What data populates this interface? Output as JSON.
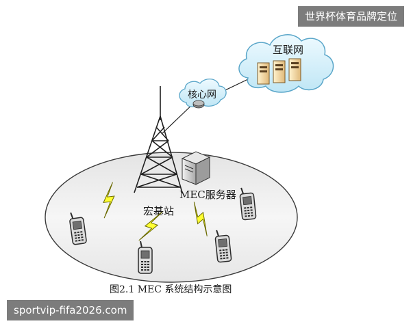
{
  "labels": {
    "internet": "互联网",
    "core_network": "核心网",
    "mec_server": "MEC服务器",
    "macro_base_station": "宏基站"
  },
  "caption": "图2.1 MEC 系统结构示意图",
  "watermarks": {
    "top_right": "世界杯体育品牌定位",
    "bottom_left": "sportvip-fifa2026.com"
  },
  "icons": {
    "cloud": "cloud-icon",
    "router": "router-icon",
    "server": "server-icon",
    "tower": "cell-tower-icon",
    "phone": "mobile-phone-icon",
    "signal": "lightning-bolt-icon"
  },
  "colors": {
    "cloud_fill": "#d8f1fa",
    "cloud_stroke": "#5aa6c9",
    "ellipse_fill": "#eeeeee",
    "bolt_fill": "#ffff33",
    "bolt_stroke": "#6b6b00"
  }
}
